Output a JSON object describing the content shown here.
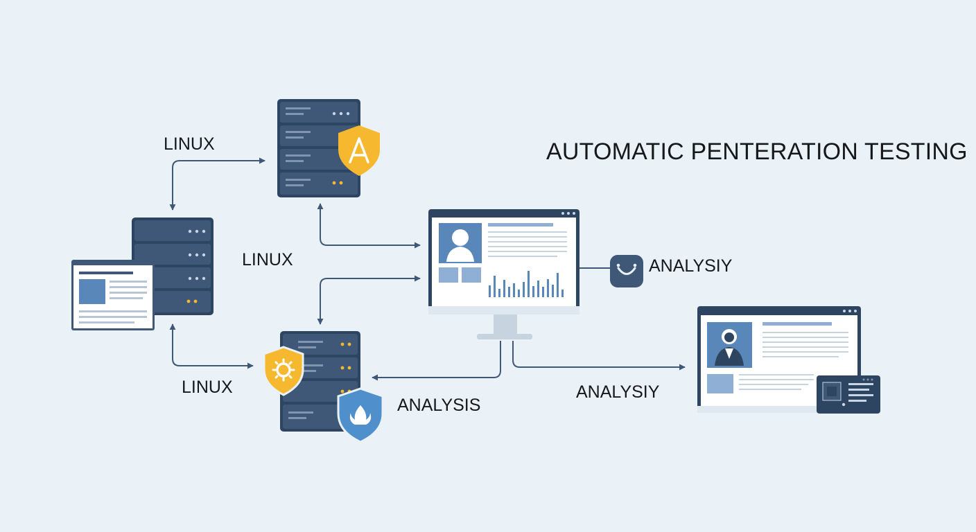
{
  "title": "AUTOMATIC PENTERATION TESTING",
  "labels": {
    "linux_top": "LINUX",
    "linux_mid": "LINUX",
    "linux_bottom": "LINUX",
    "analysiy_right": "ANALYSIY",
    "analysiy_bottom": "ANALYSIY",
    "analysis": "ANALYSIS"
  },
  "icons": {
    "top_server_badge": "warning-shield-icon",
    "bottom_server_badge_1": "gear-shield-icon",
    "bottom_server_badge_2": "flame-shield-icon",
    "analysis_badge": "smile-face-icon"
  },
  "colors": {
    "background": "#eaf2f8",
    "server": "#3f5878",
    "server_dark": "#2e4562",
    "accent_yellow": "#f5b82e",
    "accent_blue": "#4f8fcc",
    "arrow": "#3f5878"
  }
}
